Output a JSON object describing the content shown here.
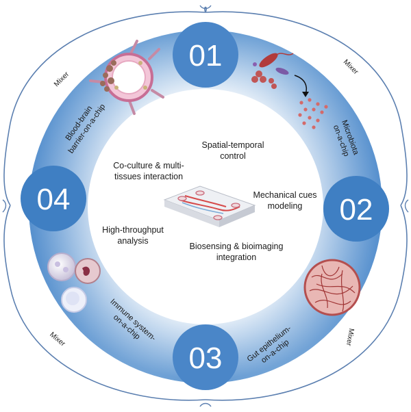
{
  "ring_sections": [
    {
      "number": "01",
      "label_lines": [
        "Blood-brain",
        "barrier-on-a-chip"
      ]
    },
    {
      "number": "02",
      "label_lines": [
        "Microbiota",
        "on-a-chip"
      ]
    },
    {
      "number": "03",
      "label_lines": [
        "Gut epithelium-",
        "on-a-chip"
      ]
    },
    {
      "number": "04",
      "label_lines": [
        "Immune system-",
        "on-a-chip"
      ]
    }
  ],
  "mixer_labels": [
    "Mixer",
    "Mixer",
    "Mixer",
    "Mixer"
  ],
  "center_labels": [
    {
      "lines": [
        "Spatial-temporal",
        "control"
      ]
    },
    {
      "lines": [
        "Co-culture & multi-",
        "tissues interaction"
      ]
    },
    {
      "lines": [
        "Mechanical cues",
        "modeling"
      ]
    },
    {
      "lines": [
        "High-throughput",
        "analysis"
      ]
    },
    {
      "lines": [
        "Biosensing & bioimaging",
        "integration"
      ]
    }
  ],
  "colors": {
    "ring_light": "#e8f1fa",
    "ring_dark": "#3d7cc4",
    "badge": "#3f7fc3",
    "outline": "#5b7fb0",
    "cell_red": "#c94a4a",
    "cell_pink": "#d99aa3",
    "chip_channel": "#d64a4a"
  }
}
